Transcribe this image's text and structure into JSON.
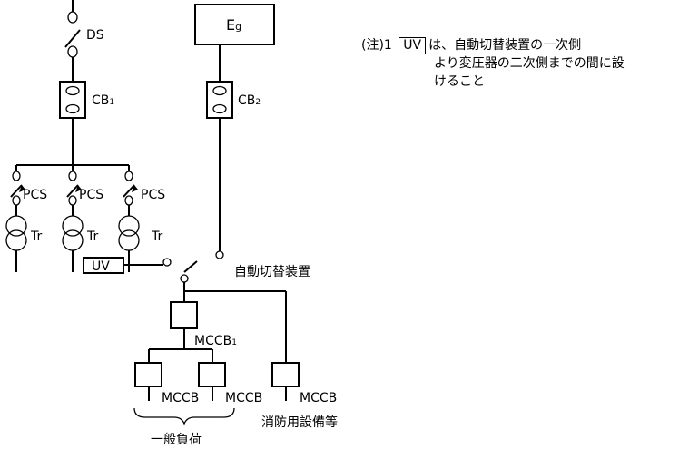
{
  "labels": {
    "ds": "DS",
    "cb1_main": "CB",
    "cb1_sub": "1",
    "cb2_main": "CB",
    "cb2_sub": "2",
    "eg_main": "E",
    "eg_sub": "g",
    "pcs": "PCS",
    "tr": "Tr",
    "uv": "UV",
    "ats": "自動切替装置",
    "mccb1_main": "MCCB",
    "mccb1_sub": "1",
    "mccb": "MCCB",
    "fire": "消防用設備等",
    "general_load": "一般負荷"
  },
  "note": {
    "prefix": "(注)1",
    "uv": "UV",
    "line1": "は、自動切替装置の一次側",
    "line2": "より変圧器の二次側までの間に設",
    "line3": "けること"
  }
}
